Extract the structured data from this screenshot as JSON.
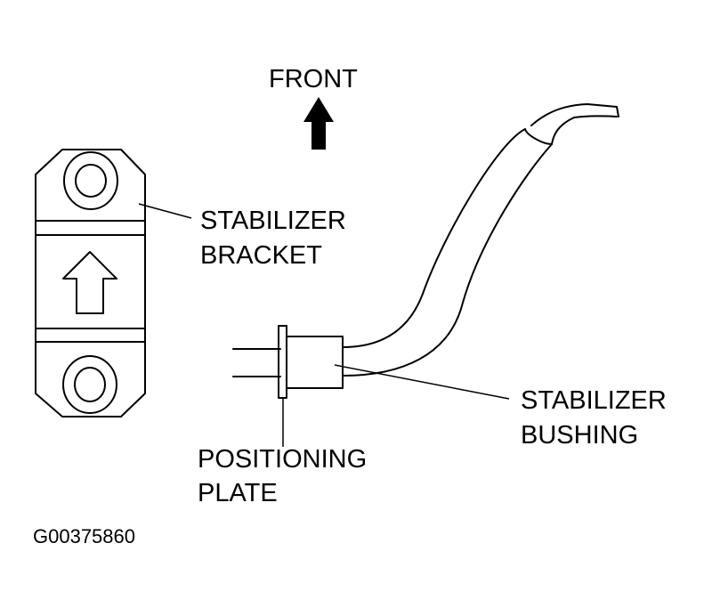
{
  "labels": {
    "front": "FRONT",
    "stabilizer_bracket": [
      "STABILIZER",
      "BRACKET"
    ],
    "stabilizer_bushing": [
      "STABILIZER",
      "BUSHING"
    ],
    "positioning_plate": [
      "POSITIONING",
      "PLATE"
    ],
    "figure_code": "G00375860"
  },
  "icons": {
    "front_arrow": "up-arrow",
    "bracket_arrow": "outlined-up-arrow"
  },
  "colors": {
    "ink": "#000000",
    "background": "#ffffff"
  }
}
